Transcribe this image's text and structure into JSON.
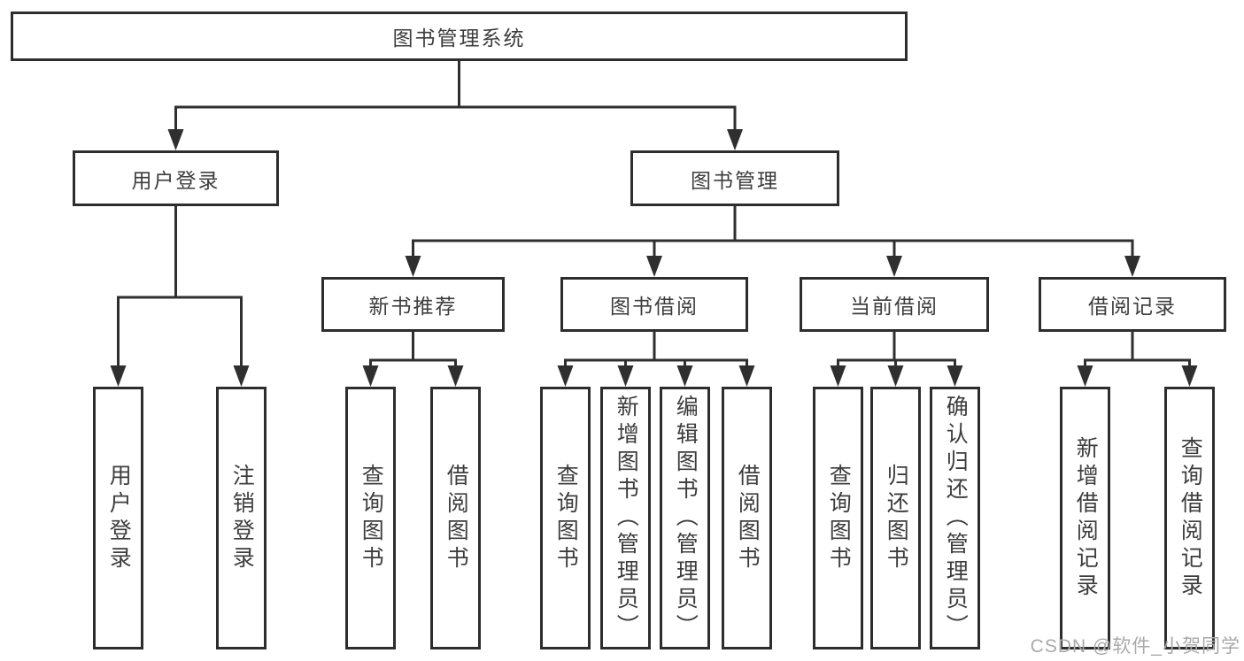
{
  "diagram": {
    "root": {
      "label": "图书管理系统"
    },
    "branches": [
      {
        "label": "用户登录",
        "children": [
          {
            "label": "用户登录"
          },
          {
            "label": "注销登录"
          }
        ]
      },
      {
        "label": "图书管理",
        "groups": [
          {
            "label": "新书推荐",
            "children": [
              {
                "label": "查询图书"
              },
              {
                "label": "借阅图书"
              }
            ]
          },
          {
            "label": "图书借阅",
            "children": [
              {
                "label": "查询图书"
              },
              {
                "label": "新增图书（管理员）"
              },
              {
                "label": "编辑图书（管理员）"
              },
              {
                "label": "借阅图书"
              }
            ]
          },
          {
            "label": "当前借阅",
            "children": [
              {
                "label": "查询图书"
              },
              {
                "label": "归还图书"
              },
              {
                "label": "确认归还（管理员）"
              }
            ]
          },
          {
            "label": "借阅记录",
            "children": [
              {
                "label": "新增借阅记录"
              },
              {
                "label": "查询借阅记录"
              }
            ]
          }
        ]
      }
    ]
  },
  "watermark": {
    "text": "CSDN @软件_小贺同学"
  },
  "colors": {
    "line": "#2f2f2f",
    "text": "#3d3d3d",
    "watermark": "#a9a9a9"
  }
}
